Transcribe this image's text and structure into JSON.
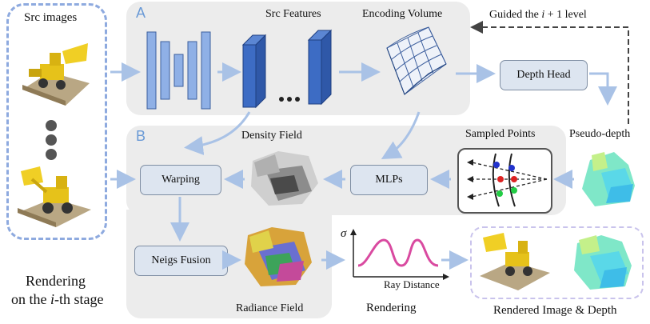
{
  "src_images": {
    "title": "Src images",
    "caption_line1": "Rendering",
    "caption_line2_pre": "on the ",
    "caption_line2_var": "i",
    "caption_line2_post": "-th stage"
  },
  "panel_a": {
    "letter": "A",
    "src_features": "Src Features",
    "encoding_volume": "Encoding Volume",
    "depth_head": "Depth Head",
    "guided_pre": "Guided the ",
    "guided_var": "i",
    "guided_post": " + 1 level",
    "pseudo_depth": "Pseudo-depth"
  },
  "panel_b": {
    "letter": "B",
    "density_field": "Density Field",
    "sampled_points": "Sampled Points",
    "warping": "Warping",
    "mlps": "MLPs",
    "neigs_fusion": "Neigs Fusion",
    "radiance_field": "Radiance Field"
  },
  "rendering": {
    "sigma": "σ",
    "x_axis": "Ray Distance",
    "caption": "Rendering",
    "output_caption": "Rendered Image & Depth"
  },
  "colors": {
    "arrow": "#a9c2e6",
    "encoder_light": "#8fb0e6",
    "encoder_dark": "#3d67b8",
    "curve": "#d94aa0"
  }
}
